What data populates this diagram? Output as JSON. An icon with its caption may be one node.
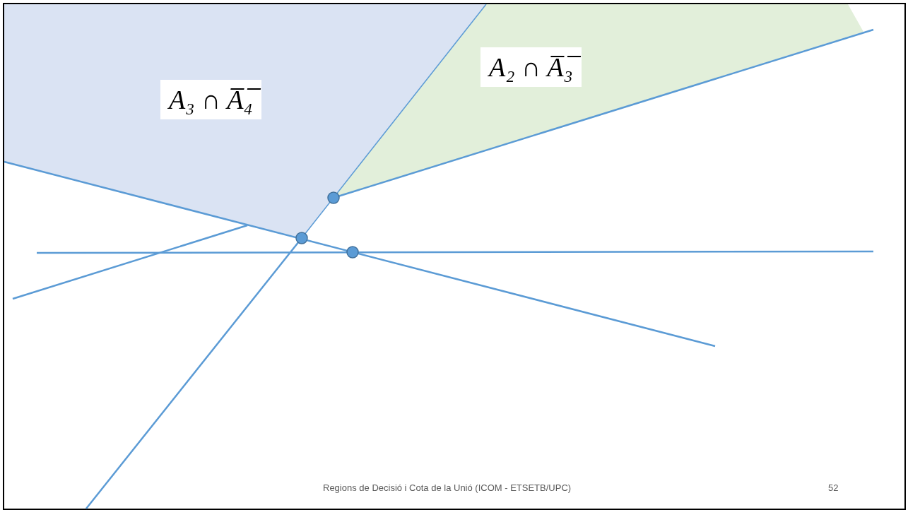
{
  "diagram": {
    "labels": [
      "A₃ ∩ A̅₄̅",
      "A₂ ∩ A̅₃̅",
      "Regions de Decisió i Cota de la Unió (ICOM - ETSETB/UPC)",
      "52"
    ]
  }
}
